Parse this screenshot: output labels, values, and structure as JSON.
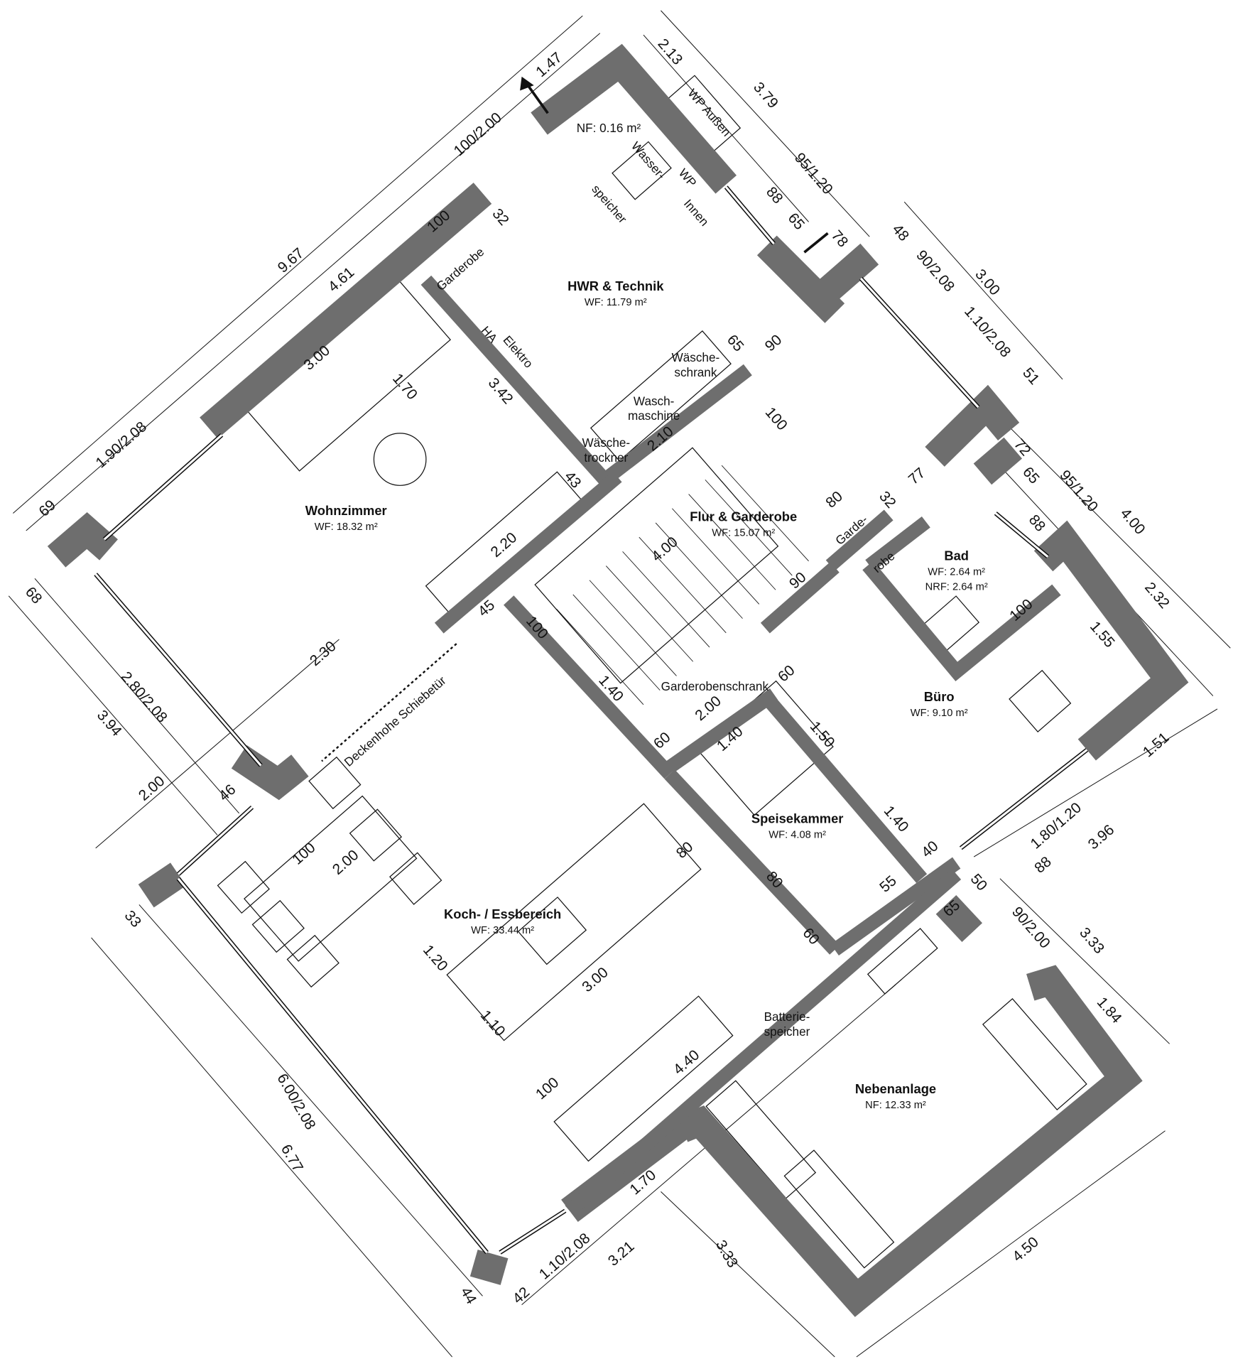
{
  "rooms": [
    {
      "name": "Wohnzimmer",
      "area": "WF: 18.32 m²"
    },
    {
      "name": "HWR & Technik",
      "area": "WF: 11.79 m²"
    },
    {
      "name": "Flur & Garderobe",
      "area": "WF: 15.07 m²"
    },
    {
      "name": "Bad",
      "area": "WF: 2.64 m²",
      "area2": "NRF: 2.64 m²"
    },
    {
      "name": "Büro",
      "area": "WF: 9.10 m²"
    },
    {
      "name": "Speisekammer",
      "area": "WF: 4.08 m²"
    },
    {
      "name": "Koch- / Essbereich",
      "area": "WF: 33.44 m²"
    },
    {
      "name": "Nebenanlage",
      "area": "NF: 12.33 m²"
    }
  ],
  "dimensions": [
    "9.67",
    "4.61",
    "100/2.00",
    "1.47",
    "1.90/2.08",
    "69",
    "3.00",
    "1.70",
    "100",
    "32",
    "3.42",
    "43",
    "2.20",
    "45",
    "100",
    "2.30",
    "1.40",
    "4.00",
    "2.13",
    "3.79",
    "95/1.20",
    "88",
    "65",
    "78",
    "90",
    "65",
    "2.10",
    "100",
    "48",
    "90/2.08",
    "3.00",
    "1.10/2.08",
    "51",
    "80",
    "32",
    "77",
    "72",
    "65",
    "95/1.20",
    "88",
    "4.00",
    "2.32",
    "1.55",
    "100",
    "90",
    "60",
    "2.00",
    "60",
    "1.40",
    "1.50",
    "1.40",
    "40",
    "55",
    "80",
    "60",
    "80",
    "1.51",
    "1.80/1.20",
    "88",
    "3.96",
    "65",
    "50",
    "90/2.00",
    "3.33",
    "1.84",
    "68",
    "2.80/2.08",
    "3.94",
    "2.00",
    "46",
    "33",
    "6.00/2.08",
    "6.77",
    "44",
    "42",
    "1.10/2.08",
    "3.21",
    "1.70",
    "3.33",
    "4.50",
    "100",
    "2.00",
    "1.20",
    "3.00",
    "1.10",
    "100",
    "4.40"
  ],
  "fixtures": [
    "Garderobe",
    "HA",
    "Elektro",
    "Deckenhohe Schiebetür",
    "WP Außen",
    "NF: 0.16 m²",
    "Wasser-",
    "speicher",
    "WP",
    "Innen",
    "Wäsche-",
    "schrank",
    "Wasch-",
    "maschine",
    "Wäsche-",
    "trockner",
    "Garde-",
    "robe",
    "Garderobenschrank",
    "Batterie-",
    "speicher"
  ],
  "colors": {
    "wall": "#6e6e6e",
    "line": "#111111",
    "background": "#ffffff"
  }
}
